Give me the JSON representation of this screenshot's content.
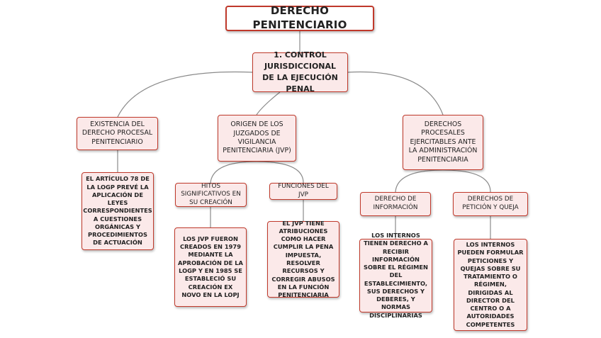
{
  "title": "DERECHO PENITENCIARIO",
  "main": {
    "label": "1. CONTROL JURISDICCIONAL DE LA EJECUCIÓN PENAL"
  },
  "branches": [
    {
      "label": "EXISTENCIA DEL DERECHO PROCESAL PENITENCIARIO",
      "detail": "EL ARTÍCULO 78 DE LA LOGP PREVÉ LA APLICACIÓN DE LEYES CORRESPONDIENTES A CUESTIONES ORGÁNICAS Y PROCEDIMIENTOS DE ACTUACIÓN"
    },
    {
      "label": "ORIGEN DE LOS JUZGADOS DE VIGILANCIA PENITENCIARIA (JVP)",
      "children": [
        {
          "label": "HITOS SIGNIFICATIVOS EN SU CREACIÓN",
          "detail": "LOS JVP FUERON CREADOS EN 1979 MEDIANTE LA APROBACIÓN DE LA LOGP Y EN 1985 SE ESTABLECIÓ SU CREACIÓN EX NOVO EN LA LOPJ"
        },
        {
          "label": "FUNCIONES DEL JVP",
          "detail": "EL JVP TIENE ATRIBUCIONES COMO HACER CUMPLIR LA PENA IMPUESTA, RESOLVER RECURSOS Y CORREGIR ABUSOS EN LA FUNCIÓN PENITENCIARIA"
        }
      ]
    },
    {
      "label": "DERECHOS PROCESALES EJERCITABLES ANTE LA ADMINISTRACIÓN PENITENCIARIA",
      "children": [
        {
          "label": "DERECHO DE INFORMACIÓN",
          "detail": "LOS INTERNOS TIENEN DERECHO A RECIBIR INFORMACIÓN SOBRE EL RÉGIMEN DEL ESTABLECIMIENTO, SUS DERECHOS Y DEBERES, Y NORMAS DISCIPLINARIAS"
        },
        {
          "label": "DERECHOS DE PETICIÓN Y QUEJA",
          "detail": "LOS INTERNOS PUEDEN FORMULAR PETICIONES Y QUEJAS SOBRE SU TRATAMIENTO O RÉGIMEN, DIRIGIDAS AL DIRECTOR DEL CENTRO O A AUTORIDADES COMPETENTES"
        }
      ]
    }
  ],
  "colors": {
    "border": "#c0392b",
    "fill": "#fbe9e9",
    "line": "#8a8a8a",
    "text": "#222222"
  }
}
